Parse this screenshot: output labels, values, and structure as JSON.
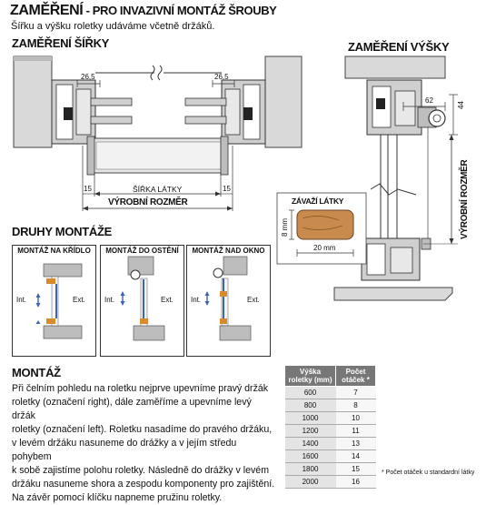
{
  "header": {
    "title_main": "ZAMĚŘENÍ",
    "title_rest": " - PRO INVAZIVNÍ MONTÁŽ ŠROUBY",
    "subtitle": "Šířku a výšku roletky udáváme včetně držáků."
  },
  "width_section": {
    "heading": "ZAMĚŘENÍ ŠÍŘKY",
    "dim_left": "26,5",
    "dim_right": "26,5",
    "dim_15_left": "15",
    "dim_15_right": "15",
    "fabric_width": "ŠÍŘKA LÁTKY",
    "production_size": "VÝROBNÍ ROZMĚR"
  },
  "height_section": {
    "heading": "ZAMĚŘENÍ VÝŠKY",
    "dim_62": "62",
    "dim_44": "44",
    "production_size": "VÝROBNÍ ROZMĚR"
  },
  "weight_bar": {
    "label": "ZÁVAŽÍ LÁTKY",
    "height_dim": "8 mm",
    "width_dim": "20 mm"
  },
  "mounting_types": {
    "heading": "DRUHY MONTÁŽE",
    "panels": [
      {
        "label": "MONTÁŽ NA KŘÍDLO",
        "int": "Int.",
        "ext": "Ext."
      },
      {
        "label": "MONTÁŽ DO OSTĚNÍ",
        "int": "Int.",
        "ext": "Ext."
      },
      {
        "label": "MONTÁŽ NAD OKNO",
        "int": "Int.",
        "ext": "Ext."
      }
    ]
  },
  "montaz": {
    "heading": "MONTÁŽ",
    "lines": [
      "Při čelním pohledu na roletku nejprve upevníme pravý držák",
      "roletky (označení right), dále zaměříme a upevníme levý držák",
      "roletky (označení left). Roletku nasadíme do pravého držáku,",
      "v levém držáku nasuneme do drážky a v jejím středu pohybem",
      "k sobě zajistíme polohu roletky. Následně do drážky v levém",
      "držáku nasuneme shora a zespodu komponenty pro zajištění.",
      "Na závěr pomocí klíčku napneme pružinu roletky."
    ]
  },
  "turns_table": {
    "headers": [
      "Výška roletky (mm)",
      "Počet otáček *"
    ],
    "rows": [
      [
        "600",
        "7"
      ],
      [
        "800",
        "8"
      ],
      [
        "1000",
        "10"
      ],
      [
        "1200",
        "11"
      ],
      [
        "1400",
        "13"
      ],
      [
        "1600",
        "14"
      ],
      [
        "1800",
        "15"
      ],
      [
        "2000",
        "16"
      ]
    ],
    "footnote": "* Počet otáček u standardní látky"
  },
  "colors": {
    "wood": "#c98a4e",
    "wall": "#d9d9d9",
    "frame_grey": "#bdbdbd",
    "fabric_blue": "#3f63b4",
    "bracket_orange": "#d98a2a",
    "header_grey": "#777777"
  }
}
